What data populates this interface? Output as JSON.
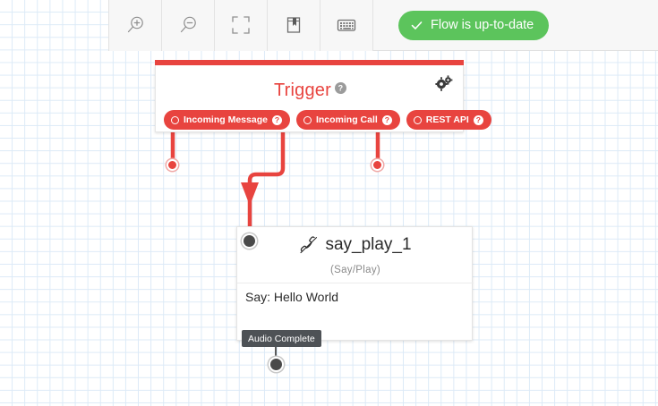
{
  "colors": {
    "accent_red": "#e8443f",
    "status_green": "#5cc45c",
    "grid_line": "#dceaf7",
    "node_dark": "#4a4a4a",
    "label_dark": "#4e5256"
  },
  "toolbar": {
    "buttons": [
      {
        "name": "zoom-in-icon",
        "title": "Zoom In"
      },
      {
        "name": "zoom-out-icon",
        "title": "Zoom Out"
      },
      {
        "name": "fit-to-screen-icon",
        "title": "Fit to Screen"
      },
      {
        "name": "bookmark-icon",
        "title": "Bookmark"
      },
      {
        "name": "keyboard-icon",
        "title": "Keyboard Shortcuts"
      }
    ],
    "status": {
      "label": "Flow is up-to-date",
      "icon": "check-icon",
      "color": "#5cc45c"
    }
  },
  "trigger_card": {
    "title": "Trigger",
    "help_icon": "help-circle-icon",
    "settings_icon": "gears-icon",
    "pills": [
      {
        "label": "Incoming Message",
        "help": "?"
      },
      {
        "label": "Incoming Call",
        "help": "?"
      },
      {
        "label": "REST API",
        "help": "?"
      }
    ]
  },
  "say_play_card": {
    "title": "say_play_1",
    "icon": "phone-icon",
    "subtitle": "(Say/Play)",
    "body": "Say: Hello World",
    "output_label": "Audio Complete"
  },
  "connections": [
    {
      "from": "Incoming Message",
      "to": "endpoint",
      "type": "dangling"
    },
    {
      "from": "Incoming Call",
      "to": "say_play_1",
      "type": "arrow"
    },
    {
      "from": "REST API",
      "to": "endpoint",
      "type": "dangling"
    },
    {
      "from": "Audio Complete",
      "to": "endpoint",
      "type": "dangling"
    }
  ]
}
